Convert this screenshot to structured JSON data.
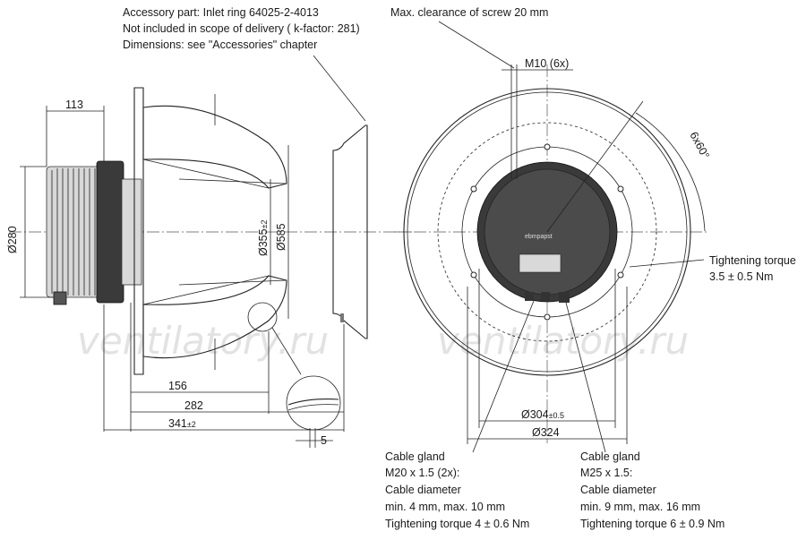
{
  "notes": {
    "accessory_line1": "Accessory part: Inlet ring 64025-2-4013",
    "accessory_line2": "Not included in scope of delivery ( k-factor: 281)",
    "accessory_line3": "Dimensions: see \"Accessories\" chapter",
    "clearance": "Max. clearance of screw 20 mm",
    "screw": "M10 (6x)",
    "angle": "6x60°",
    "torque_line1": "Tightening torque",
    "torque_line2": "3.5 ± 0.5 Nm"
  },
  "dimensions": {
    "d113": "113",
    "d280": "Ø280",
    "d355": "Ø355",
    "d355_tol": "±2",
    "d585": "Ø585",
    "d156": "156",
    "d282": "282",
    "d341": "341",
    "d341_tol": "±2",
    "d5": "5",
    "d304": "Ø304",
    "d304_tol": "±0.5",
    "d324": "Ø324"
  },
  "gland_left": {
    "l1": "Cable gland",
    "l2": "M20 x 1.5 (2x):",
    "l3": "Cable diameter",
    "l4": "min. 4 mm, max. 10 mm",
    "l5": "Tightening torque 4 ± 0.6 Nm"
  },
  "gland_right": {
    "l1": "Cable gland",
    "l2": "M25 x 1.5:",
    "l3": "Cable diameter",
    "l4": "min. 9 mm, max. 16 mm",
    "l5": "Tightening torque 6 ± 0.9 Nm"
  },
  "motor_logo": "ebmpapst",
  "watermark": "ventilatory.ru"
}
